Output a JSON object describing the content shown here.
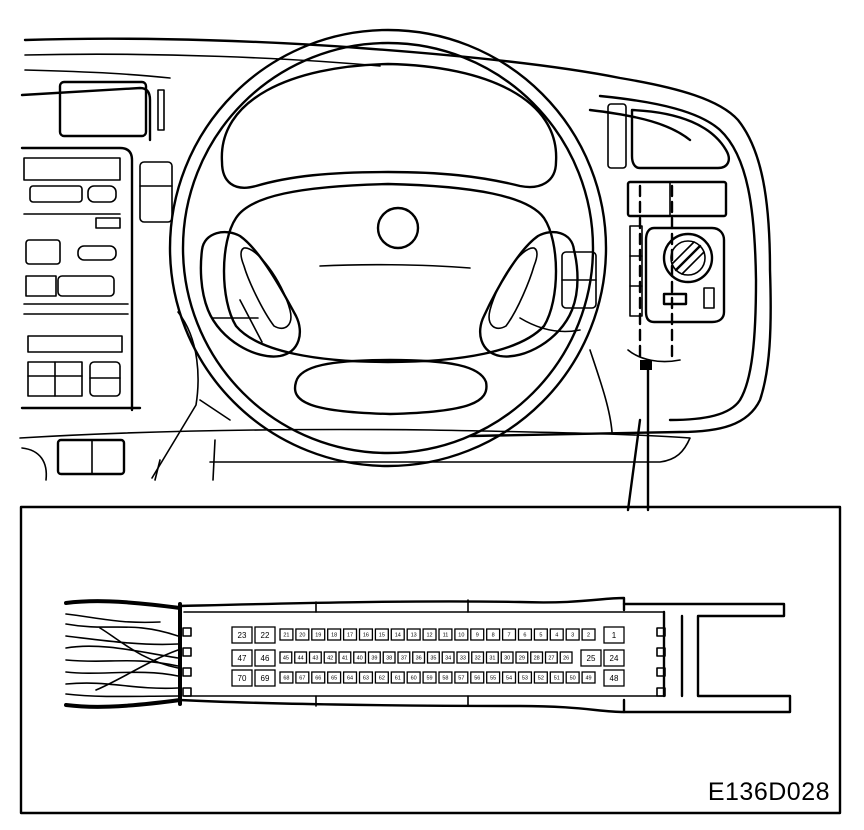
{
  "figure": {
    "reference_code": "E136D028"
  },
  "connector": {
    "rows": [
      [
        "23",
        "22",
        "21",
        "20",
        "19",
        "18",
        "17",
        "16",
        "15",
        "14",
        "13",
        "12",
        "11",
        "10",
        "9",
        "8",
        "7",
        "6",
        "5",
        "4",
        "3",
        "2",
        "1"
      ],
      [
        "47",
        "46",
        "45",
        "44",
        "43",
        "42",
        "41",
        "40",
        "39",
        "38",
        "37",
        "36",
        "35",
        "34",
        "33",
        "32",
        "31",
        "30",
        "29",
        "28",
        "27",
        "26",
        "25",
        "24"
      ],
      [
        "70",
        "69",
        "68",
        "67",
        "66",
        "65",
        "64",
        "63",
        "62",
        "61",
        "60",
        "59",
        "58",
        "57",
        "56",
        "55",
        "54",
        "53",
        "52",
        "51",
        "50",
        "49",
        "48"
      ]
    ]
  }
}
